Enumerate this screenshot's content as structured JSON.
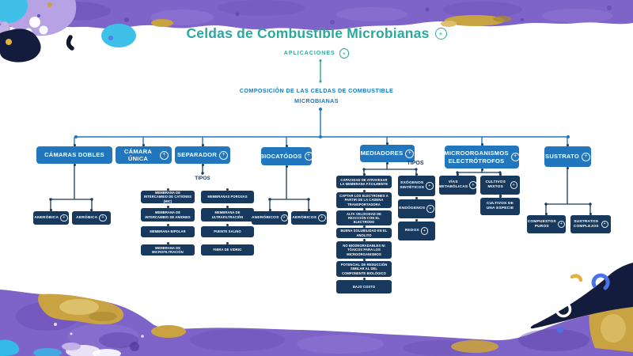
{
  "header": {
    "title": "Celdas de Combustible Microbianas",
    "aplicaciones": "APLICACIONES"
  },
  "root": {
    "line1": "COMPOSICIÓN DE LAS CELDAS DE COMBUSTIBLE",
    "line2": "MICROBIANAS"
  },
  "labels": {
    "tipos": "TIPOS"
  },
  "icons": {
    "plus": "+"
  },
  "colors": {
    "teal": "#2BA89E",
    "branch_blue": "#2176BD",
    "node_navy": "#17395D",
    "marble_purple": "#7E63C8",
    "marble_gold": "#C9A241",
    "marble_navy": "#131C3D"
  },
  "branches": [
    {
      "label": "CÁMARAS DOBLES",
      "children": [
        "ANERÓBICA",
        "AERÓBICA"
      ]
    },
    {
      "label": "CÁMARA ÚNICA",
      "children": []
    },
    {
      "label": "SEPARADOR",
      "tipos_col1": [
        "MEMBRANA DE INTERCAMBIO DE CATIONES (MIC)",
        "MEMBRANA DE INTERCAMBIO DE ANIONES",
        "MEMBRANA BIPOLAR",
        "MEMBRANA DE MICROFILTRACIÓN"
      ],
      "tipos_col2": [
        "MEMBRANAS POROSAS",
        "MEMBRANA DE ULTRAFILTRACIÓN",
        "PUENTE SALINO",
        "FIBRA DE VIDRIO"
      ]
    },
    {
      "label": "BIOCATÓDOS",
      "children": [
        "ANERÓBICOS",
        "AERÓBICOS"
      ]
    },
    {
      "label": "MEDIADORES",
      "caracteristicas": [
        "CAPACIDAD DE ATRAVESAR LA MEMBRANA FÁCILMENTE",
        "CAPTAR LOS ELECTRONES A PARTIR DE LA CADENA TRANSPORTADORA",
        "ALTA VELOCIDAD DE REACCIÓN CON EL ELECTRODO",
        "BUENA SOLUBILIDAD EN EL ANOLITO",
        "NO BIODEGRADABLES NI TÓXICOS PARA LOS MICROORGANISMOS",
        "POTENCIAL DE REDUCCIÓN SIMILAR AL DEL COMPONENTE BIOLÓGICO",
        "BAJO COSTO"
      ],
      "tipos_items": [
        "EXÓGENOS SINTÉTICOS",
        "ENDÓGENOS",
        "REDOX"
      ]
    },
    {
      "label": "MICROORGANISMOS ELECTRÓTROFOS",
      "children": [
        "VÍAS METABÓLICAS",
        "CULTIVOS MIXTOS",
        "CULTIVOS DE UNA ESPECIE"
      ]
    },
    {
      "label": "SUSTRATO",
      "children": [
        "COMPUESTOS PUROS",
        "SUSTRATOS COMPLEJOS"
      ]
    }
  ]
}
